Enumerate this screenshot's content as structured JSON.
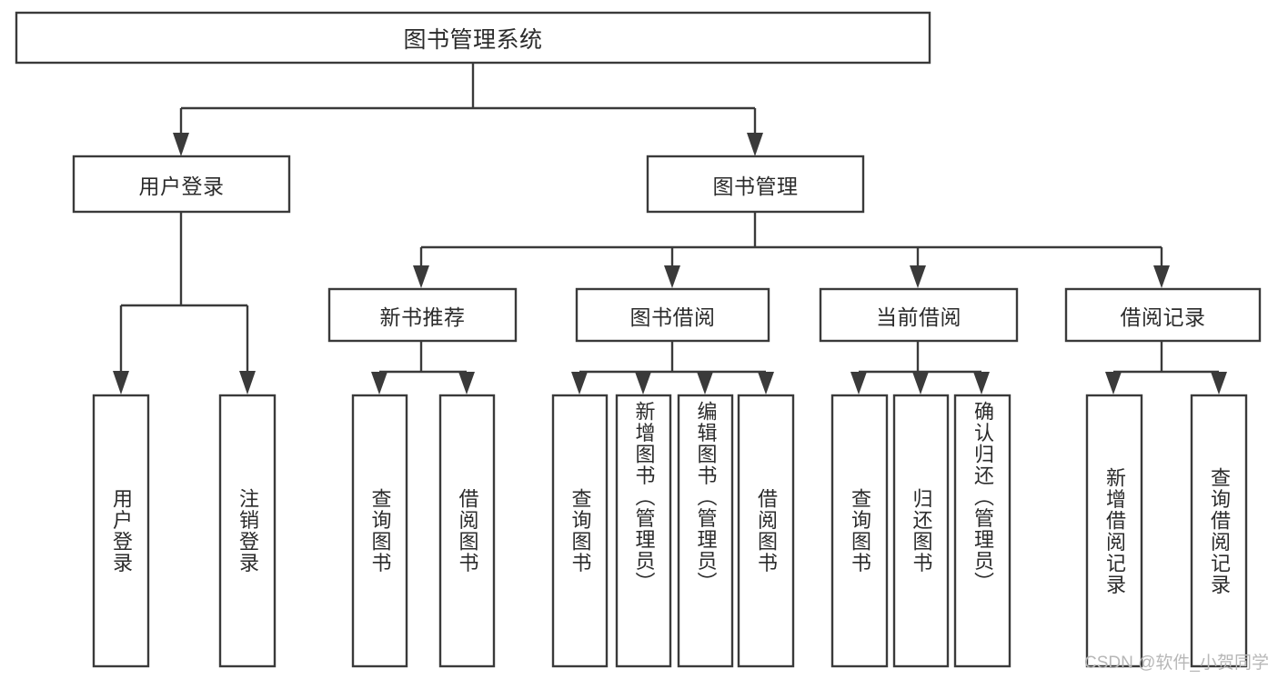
{
  "diagram": {
    "type": "tree-hierarchy-chart",
    "title": "图书管理系统",
    "watermark": "CSDN @软件_小贺同学",
    "colors": {
      "stroke": "#3a3a3a",
      "fill": "#ffffff",
      "text": "#2b2b2b",
      "watermark": "#b7b7b7",
      "background": "#ffffff"
    },
    "levels": {
      "root": {
        "label": "图书管理系统",
        "orientation": "horizontal"
      },
      "level1": [
        {
          "label": "用户登录",
          "orientation": "horizontal"
        },
        {
          "label": "图书管理",
          "orientation": "horizontal"
        }
      ],
      "level2": [
        {
          "label": "新书推荐",
          "orientation": "horizontal",
          "parent": "图书管理"
        },
        {
          "label": "图书借阅",
          "orientation": "horizontal",
          "parent": "图书管理"
        },
        {
          "label": "当前借阅",
          "orientation": "horizontal",
          "parent": "图书管理"
        },
        {
          "label": "借阅记录",
          "orientation": "horizontal",
          "parent": "图书管理"
        }
      ],
      "leaves": [
        {
          "label": "用户登录",
          "orientation": "vertical",
          "parent": "用户登录"
        },
        {
          "label": "注销登录",
          "orientation": "vertical",
          "parent": "用户登录"
        },
        {
          "label": "查询图书",
          "orientation": "vertical",
          "parent": "新书推荐"
        },
        {
          "label": "借阅图书",
          "orientation": "vertical",
          "parent": "新书推荐"
        },
        {
          "label": "查询图书",
          "orientation": "vertical",
          "parent": "图书借阅"
        },
        {
          "label": "新增图书（管理员）",
          "orientation": "vertical",
          "parent": "图书借阅"
        },
        {
          "label": "编辑图书（管理员）",
          "orientation": "vertical",
          "parent": "图书借阅"
        },
        {
          "label": "借阅图书",
          "orientation": "vertical",
          "parent": "图书借阅"
        },
        {
          "label": "查询图书",
          "orientation": "vertical",
          "parent": "当前借阅"
        },
        {
          "label": "归还图书",
          "orientation": "vertical",
          "parent": "当前借阅"
        },
        {
          "label": "确认归还（管理员）",
          "orientation": "vertical",
          "parent": "当前借阅"
        },
        {
          "label": "新增借阅记录",
          "orientation": "vertical",
          "parent": "借阅记录"
        },
        {
          "label": "查询借阅记录",
          "orientation": "vertical",
          "parent": "借阅记录"
        }
      ]
    }
  }
}
